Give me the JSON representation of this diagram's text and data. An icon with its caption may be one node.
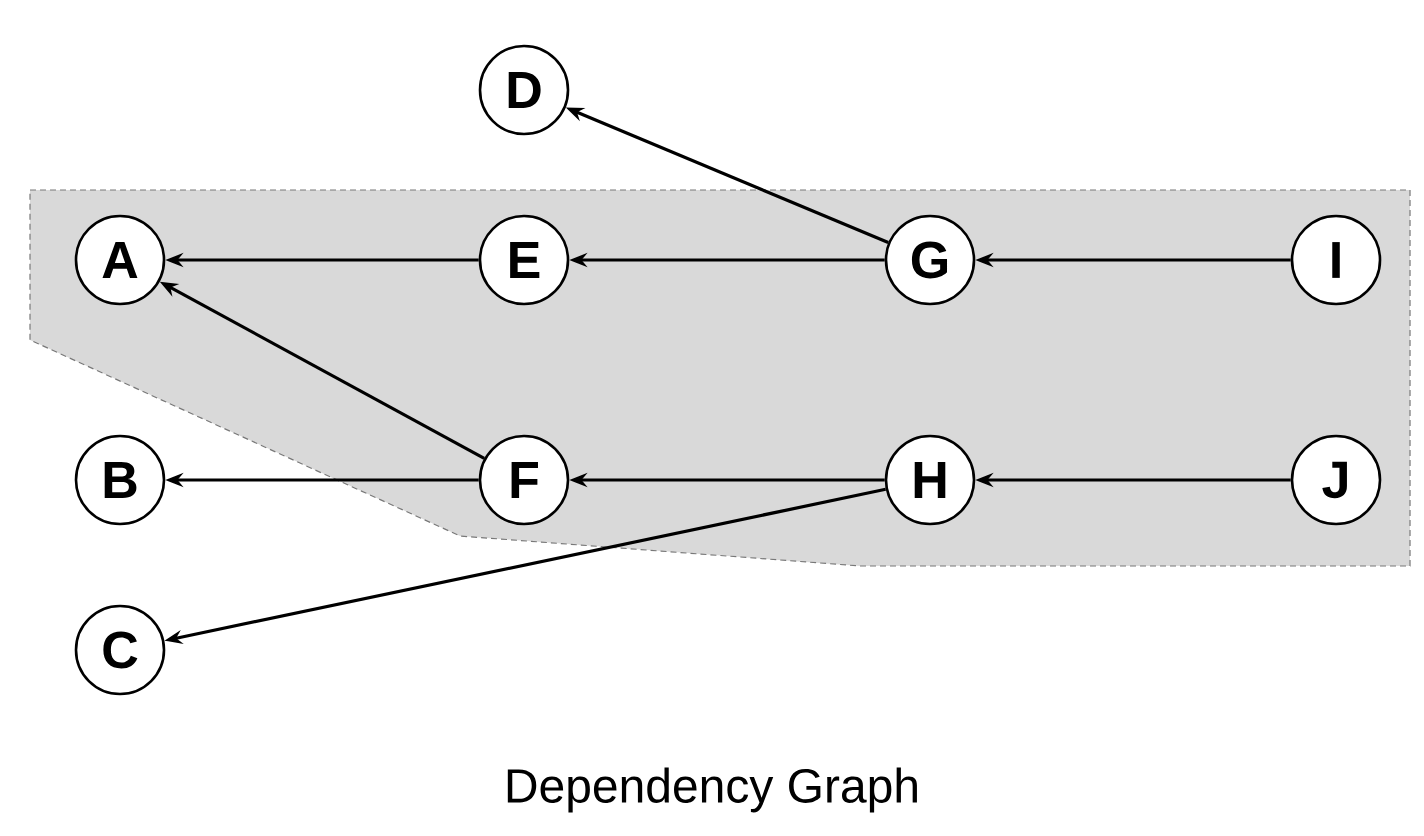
{
  "diagram": {
    "caption": "Dependency Graph",
    "nodes": [
      {
        "text": [],
        "shape": "band"
      },
      {
        "text": [
          "D"
        ]
      },
      {
        "text": [
          "A"
        ],
        "in": 0
      },
      {
        "text": [
          "E"
        ],
        "in": 0
      },
      {
        "text": [
          "G"
        ],
        "in": 0
      },
      {
        "text": [
          "I"
        ],
        "in": 0
      },
      {
        "text": [
          "B"
        ]
      },
      {
        "text": [
          "F"
        ],
        "in": 0
      },
      {
        "text": [
          "H"
        ],
        "in": 0
      },
      {
        "text": [
          "J"
        ],
        "in": 0
      },
      {
        "text": [
          "C"
        ]
      }
    ],
    "edges": [
      {
        "from": 4,
        "to": 1,
        "arrow": "to"
      },
      {
        "from": 3,
        "to": 2,
        "arrow": "to"
      },
      {
        "from": 4,
        "to": 3,
        "arrow": "to"
      },
      {
        "from": 5,
        "to": 4,
        "arrow": "to"
      },
      {
        "from": 7,
        "to": 2,
        "arrow": "to"
      },
      {
        "from": 7,
        "to": 6,
        "arrow": "to"
      },
      {
        "from": 8,
        "to": 7,
        "arrow": "to"
      },
      {
        "from": 9,
        "to": 8,
        "arrow": "to"
      },
      {
        "from": 8,
        "to": 10,
        "arrow": "to"
      }
    ]
  }
}
